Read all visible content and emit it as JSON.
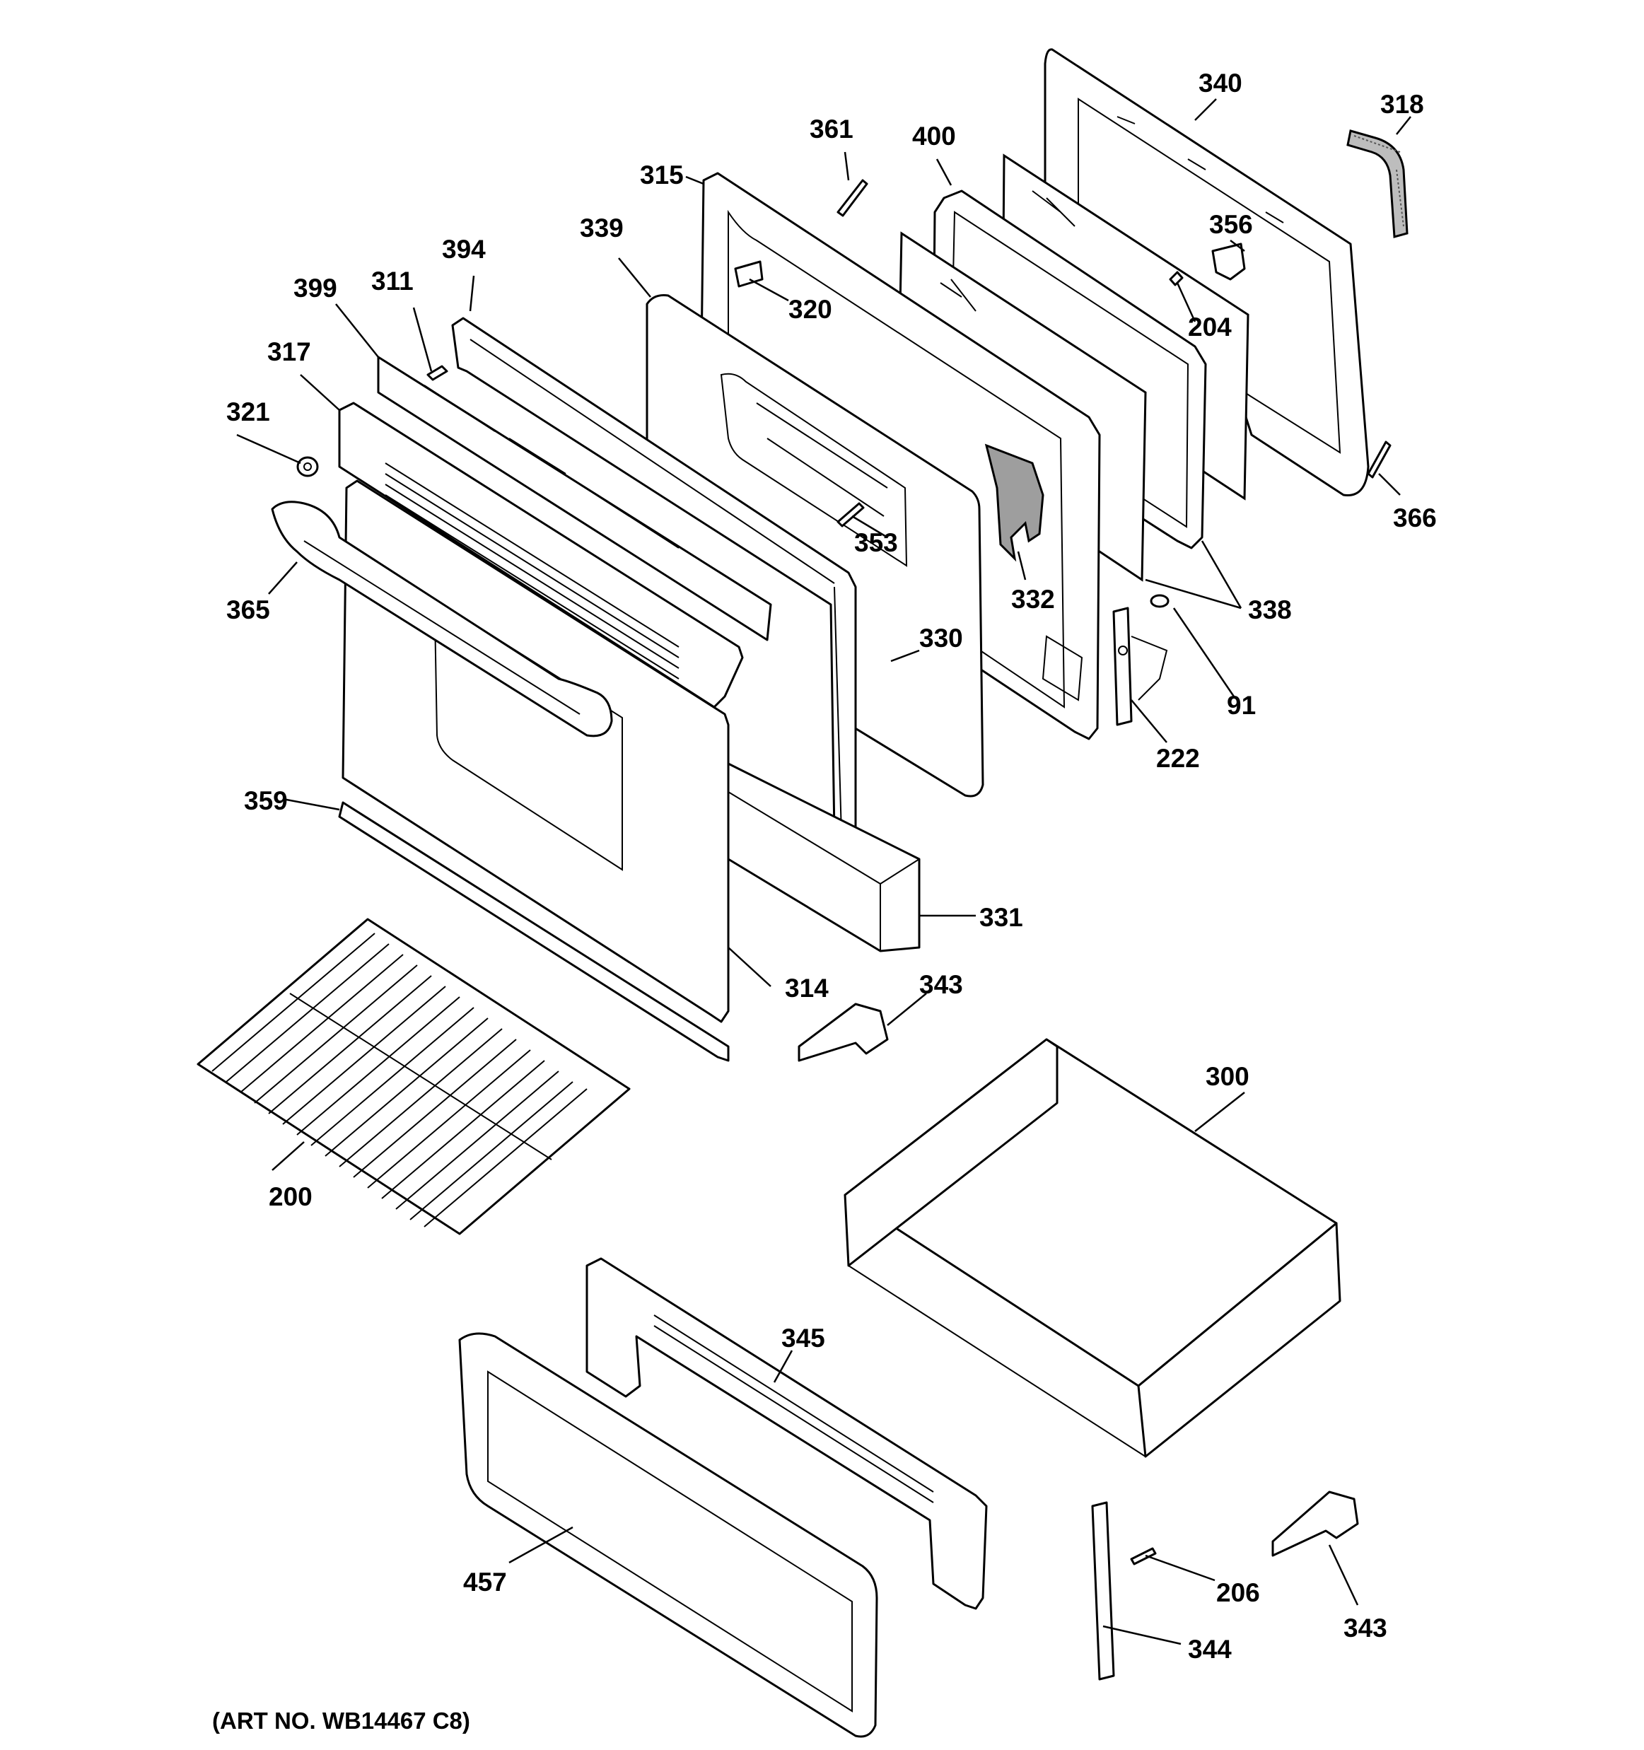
{
  "art_number": "(ART NO. WB14467 C8)",
  "callouts": [
    {
      "id": "c340",
      "label": "340"
    },
    {
      "id": "c318",
      "label": "318"
    },
    {
      "id": "c400",
      "label": "400"
    },
    {
      "id": "c361",
      "label": "361"
    },
    {
      "id": "c315",
      "label": "315"
    },
    {
      "id": "c356",
      "label": "356"
    },
    {
      "id": "c339",
      "label": "339"
    },
    {
      "id": "c394",
      "label": "394"
    },
    {
      "id": "c320",
      "label": "320"
    },
    {
      "id": "c204",
      "label": "204"
    },
    {
      "id": "c399",
      "label": "399"
    },
    {
      "id": "c311",
      "label": "311"
    },
    {
      "id": "c317",
      "label": "317"
    },
    {
      "id": "c321",
      "label": "321"
    },
    {
      "id": "c366",
      "label": "366"
    },
    {
      "id": "c353",
      "label": "353"
    },
    {
      "id": "c332",
      "label": "332"
    },
    {
      "id": "c338",
      "label": "338"
    },
    {
      "id": "c365",
      "label": "365"
    },
    {
      "id": "c330",
      "label": "330"
    },
    {
      "id": "c91",
      "label": "91"
    },
    {
      "id": "c222",
      "label": "222"
    },
    {
      "id": "c359",
      "label": "359"
    },
    {
      "id": "c331",
      "label": "331"
    },
    {
      "id": "c314",
      "label": "314"
    },
    {
      "id": "c343a",
      "label": "343"
    },
    {
      "id": "c300",
      "label": "300"
    },
    {
      "id": "c200",
      "label": "200"
    },
    {
      "id": "c345",
      "label": "345"
    },
    {
      "id": "c457",
      "label": "457"
    },
    {
      "id": "c206",
      "label": "206"
    },
    {
      "id": "c344",
      "label": "344"
    },
    {
      "id": "c343b",
      "label": "343"
    }
  ]
}
